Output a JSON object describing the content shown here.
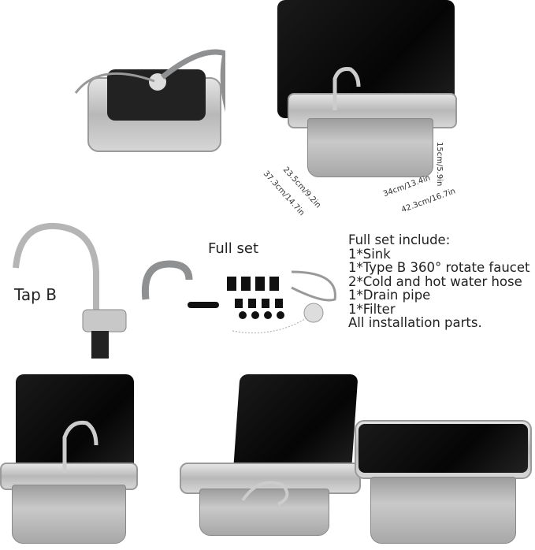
{
  "dimensions": {
    "height": "15cm/5.9in",
    "depth_inner": "23.5cm/9.2in",
    "depth_outer": "37.3cm/14.7in",
    "width_inner": "34cm/13.4in",
    "width_outer": "42.3cm/16.7in"
  },
  "faucet_label": "Tap B",
  "full_set_label": "Full set",
  "includes": {
    "title": "Full set include:",
    "items": [
      "1*Sink",
      "1*Type B 360° rotate faucet",
      "2*Cold and hot water hose",
      "1*Drain pipe",
      "1*Filter",
      "All installation parts."
    ]
  },
  "colors": {
    "lid": "#0a0a0a",
    "steel": "#c4c4c4",
    "hose": "#8f9092"
  }
}
